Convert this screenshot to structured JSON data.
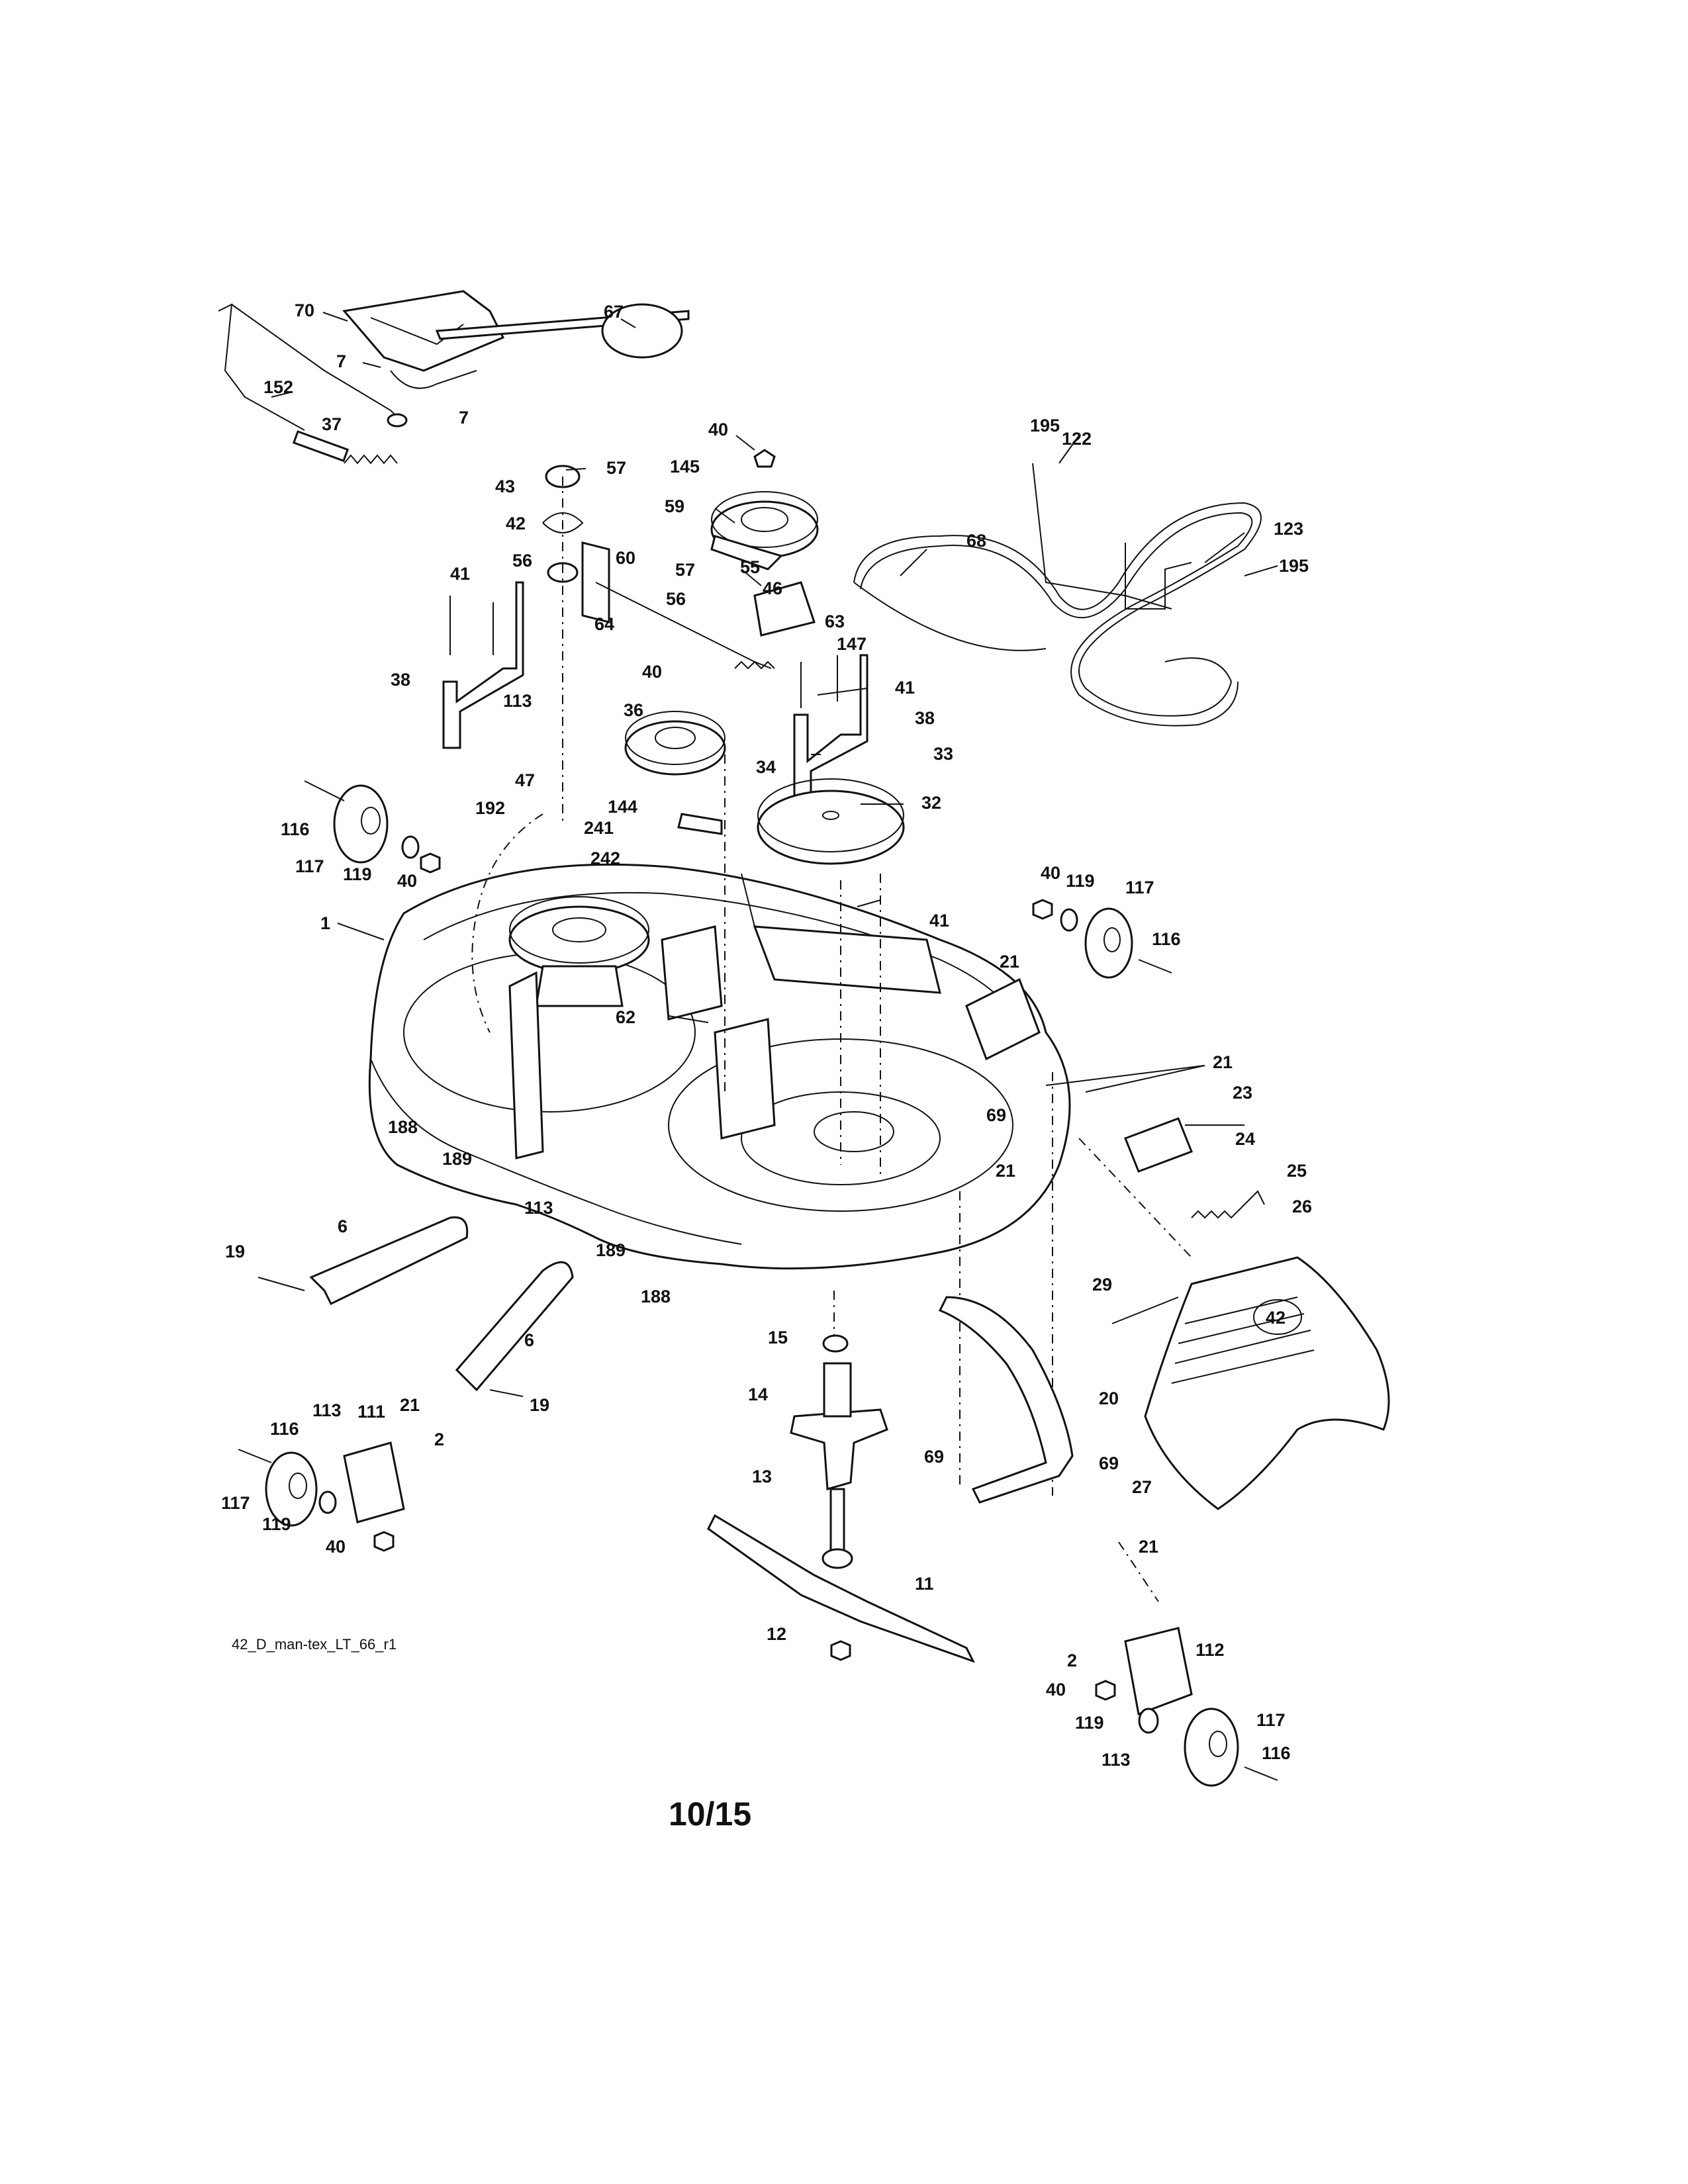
{
  "diagram": {
    "reference_code": "42_D_man-tex_LT_66_r1",
    "page_number": "10/15",
    "deck_badge": "42"
  },
  "callouts": [
    {
      "id": "c70",
      "label": "70"
    },
    {
      "id": "c67",
      "label": "67"
    },
    {
      "id": "c7a",
      "label": "7"
    },
    {
      "id": "c152",
      "label": "152"
    },
    {
      "id": "c7b",
      "label": "7"
    },
    {
      "id": "c37",
      "label": "37"
    },
    {
      "id": "c40a",
      "label": "40"
    },
    {
      "id": "c145",
      "label": "145"
    },
    {
      "id": "c195a",
      "label": "195"
    },
    {
      "id": "c122",
      "label": "122"
    },
    {
      "id": "c57a",
      "label": "57"
    },
    {
      "id": "c43",
      "label": "43"
    },
    {
      "id": "c59",
      "label": "59"
    },
    {
      "id": "c68",
      "label": "68"
    },
    {
      "id": "c123",
      "label": "123"
    },
    {
      "id": "c42",
      "label": "42"
    },
    {
      "id": "c195b",
      "label": "195"
    },
    {
      "id": "c56a",
      "label": "56"
    },
    {
      "id": "c60",
      "label": "60"
    },
    {
      "id": "c57b",
      "label": "57"
    },
    {
      "id": "c55",
      "label": "55"
    },
    {
      "id": "c41a",
      "label": "41"
    },
    {
      "id": "c46",
      "label": "46"
    },
    {
      "id": "c56b",
      "label": "56"
    },
    {
      "id": "c64",
      "label": "64"
    },
    {
      "id": "c63",
      "label": "63"
    },
    {
      "id": "c147",
      "label": "147"
    },
    {
      "id": "c38a",
      "label": "38"
    },
    {
      "id": "c40b",
      "label": "40"
    },
    {
      "id": "c41b",
      "label": "41"
    },
    {
      "id": "c113a",
      "label": "113"
    },
    {
      "id": "c38b",
      "label": "38"
    },
    {
      "id": "c36",
      "label": "36"
    },
    {
      "id": "c33",
      "label": "33"
    },
    {
      "id": "c34",
      "label": "34"
    },
    {
      "id": "c47",
      "label": "47"
    },
    {
      "id": "c192",
      "label": "192"
    },
    {
      "id": "c144",
      "label": "144"
    },
    {
      "id": "c32",
      "label": "32"
    },
    {
      "id": "c116a",
      "label": "116"
    },
    {
      "id": "c241",
      "label": "241"
    },
    {
      "id": "c117a",
      "label": "117"
    },
    {
      "id": "c119a",
      "label": "119"
    },
    {
      "id": "c40c",
      "label": "40"
    },
    {
      "id": "c242",
      "label": "242"
    },
    {
      "id": "c40d",
      "label": "40"
    },
    {
      "id": "c119b",
      "label": "119"
    },
    {
      "id": "c117b",
      "label": "117"
    },
    {
      "id": "c41c",
      "label": "41"
    },
    {
      "id": "c1",
      "label": "1"
    },
    {
      "id": "c116b",
      "label": "116"
    },
    {
      "id": "c21a",
      "label": "21"
    },
    {
      "id": "c62",
      "label": "62"
    },
    {
      "id": "c21b",
      "label": "21"
    },
    {
      "id": "c23",
      "label": "23"
    },
    {
      "id": "c69a",
      "label": "69"
    },
    {
      "id": "c188a",
      "label": "188"
    },
    {
      "id": "c189a",
      "label": "189"
    },
    {
      "id": "c24",
      "label": "24"
    },
    {
      "id": "c21c",
      "label": "21"
    },
    {
      "id": "c25",
      "label": "25"
    },
    {
      "id": "c113b",
      "label": "113"
    },
    {
      "id": "c26",
      "label": "26"
    },
    {
      "id": "c6a",
      "label": "6"
    },
    {
      "id": "c189b",
      "label": "189"
    },
    {
      "id": "c19a",
      "label": "19"
    },
    {
      "id": "c188b",
      "label": "188"
    },
    {
      "id": "c29",
      "label": "29"
    },
    {
      "id": "c15",
      "label": "15"
    },
    {
      "id": "c6b",
      "label": "6"
    },
    {
      "id": "c19b",
      "label": "19"
    },
    {
      "id": "c14",
      "label": "14"
    },
    {
      "id": "c20",
      "label": "20"
    },
    {
      "id": "c116c",
      "label": "116"
    },
    {
      "id": "c113c",
      "label": "113"
    },
    {
      "id": "c111",
      "label": "111"
    },
    {
      "id": "c21d",
      "label": "21"
    },
    {
      "id": "c2a",
      "label": "2"
    },
    {
      "id": "c69b",
      "label": "69"
    },
    {
      "id": "c69c",
      "label": "69"
    },
    {
      "id": "c27",
      "label": "27"
    },
    {
      "id": "c13",
      "label": "13"
    },
    {
      "id": "c117c",
      "label": "117"
    },
    {
      "id": "c119c",
      "label": "119"
    },
    {
      "id": "c40e",
      "label": "40"
    },
    {
      "id": "c11",
      "label": "11"
    },
    {
      "id": "c21e",
      "label": "21"
    },
    {
      "id": "c12",
      "label": "12"
    },
    {
      "id": "c112",
      "label": "112"
    },
    {
      "id": "c2b",
      "label": "2"
    },
    {
      "id": "c40f",
      "label": "40"
    },
    {
      "id": "c119d",
      "label": "119"
    },
    {
      "id": "c117d",
      "label": "117"
    },
    {
      "id": "c113d",
      "label": "113"
    },
    {
      "id": "c116d",
      "label": "116"
    }
  ]
}
